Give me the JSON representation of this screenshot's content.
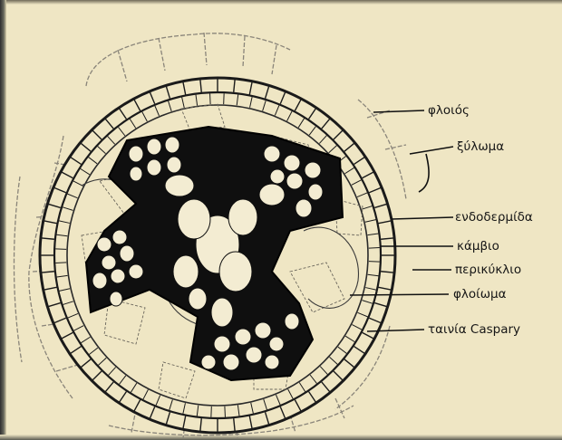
{
  "diagram": {
    "labels": {
      "cortex": "φλοιός",
      "xylem": "ξύλωμα",
      "endodermis": "ενδοδερμίδα",
      "cambium": "κάμβιο",
      "pericycle": "περικύκλιο",
      "phloem": "φλοίωμα",
      "casparian_strip": "ταινία Caspary"
    }
  }
}
